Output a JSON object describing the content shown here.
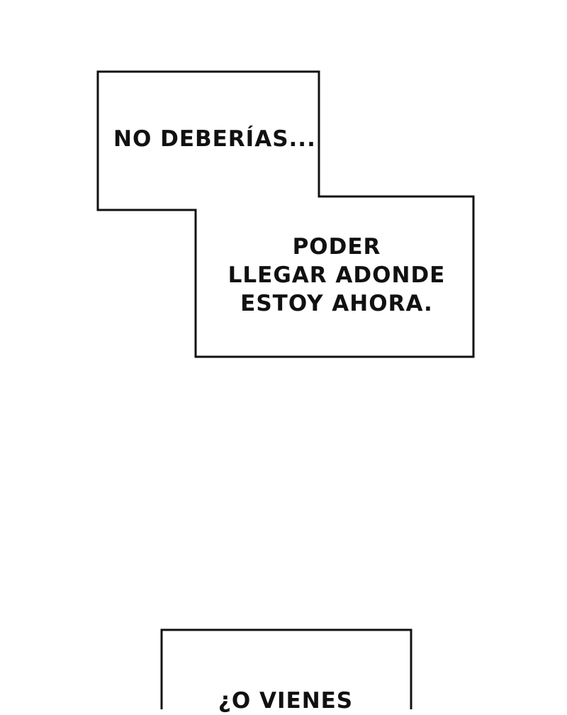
{
  "panel": {
    "background": "#ffffff",
    "stroke_color": "#111111",
    "caption_1": {
      "text": "NO DEBERÍAS..."
    },
    "caption_2": {
      "line_1": "PODER",
      "line_2": "LLEGAR ADONDE",
      "line_3": "ESTOY AHORA."
    },
    "caption_3": {
      "text": "¿O VIENES"
    }
  }
}
